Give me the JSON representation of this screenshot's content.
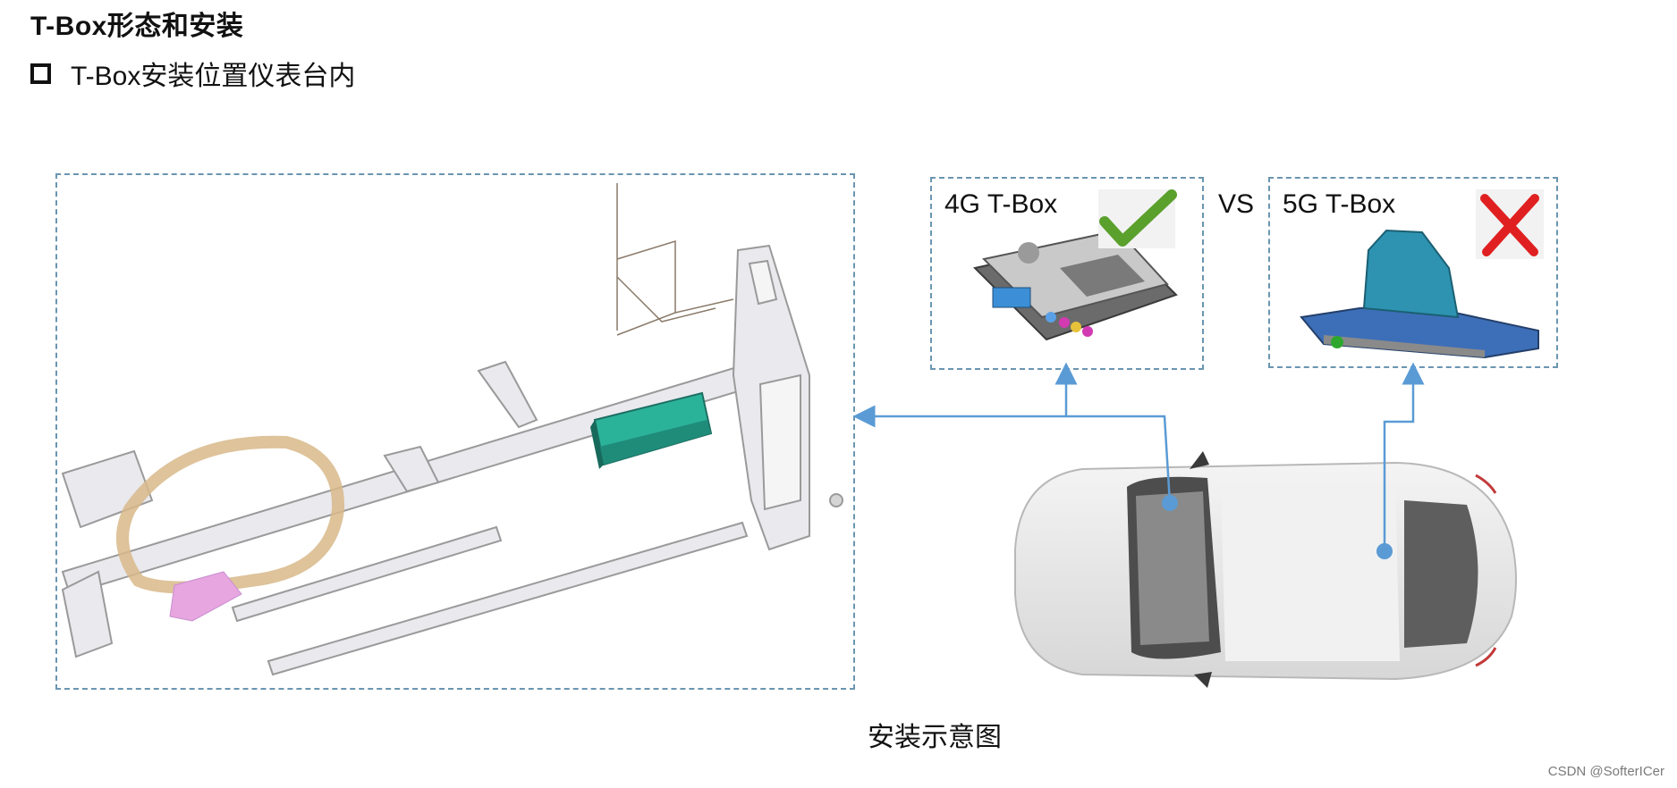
{
  "header": {
    "title": "T-Box形态和安装",
    "bullet": "T-Box安装位置仪表台内"
  },
  "comparison": {
    "left_label": "4G T-Box",
    "vs": "VS",
    "right_label": "5G T-Box"
  },
  "caption": "安装示意图",
  "watermark": "CSDN @SofterICer",
  "colors": {
    "dash": "#6a95b0",
    "arrow": "#5b9bd5",
    "check": "#5aa02c",
    "cross": "#e02020",
    "tbox4g": "#2bb39a",
    "tbox5g": "#2d93b0"
  }
}
